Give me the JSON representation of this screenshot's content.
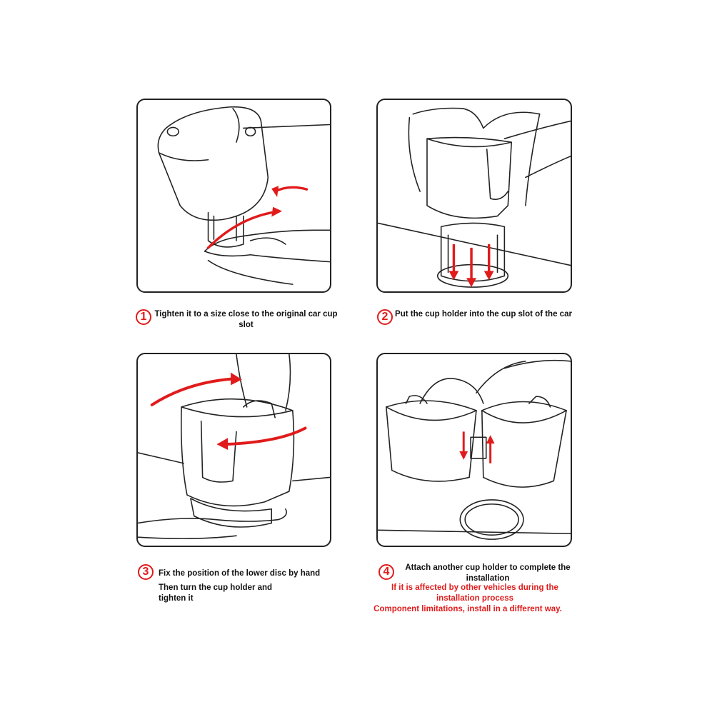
{
  "colors": {
    "accent": "#e11b1b",
    "line": "#222222",
    "panel_border": "#222222"
  },
  "steps": [
    {
      "number": "1",
      "illustration": "hand-tightening-cup-holder-base",
      "caption": "Tighten it to a size close to the original car cup slot"
    },
    {
      "number": "2",
      "illustration": "inserting-cup-holder-into-slot",
      "caption": "Put the cup holder into the cup slot of the car"
    },
    {
      "number": "3",
      "illustration": "rotating-cup-holder-by-hand",
      "caption_line1": "Fix the position of the lower disc by hand",
      "caption_line2": "Then turn the cup holder and tighten it"
    },
    {
      "number": "4",
      "illustration": "attaching-second-cup-holder",
      "caption_line1": "Attach another cup holder to complete the installation",
      "note_line1": "If it is affected by other vehicles during the installation process",
      "note_line2": "Component limitations, install in a different way."
    }
  ]
}
